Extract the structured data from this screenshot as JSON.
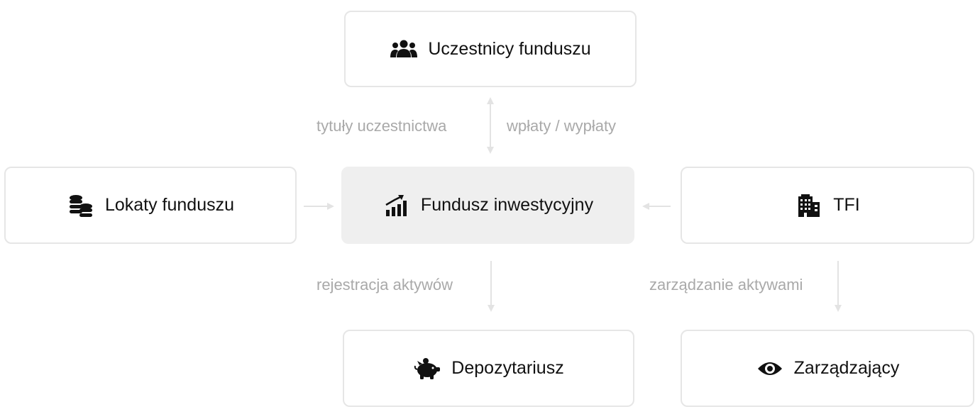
{
  "nodes": {
    "participants": {
      "label": "Uczestnicy funduszu",
      "icon": "users-icon"
    },
    "investments": {
      "label": "Lokaty funduszu",
      "icon": "coins-icon"
    },
    "fund": {
      "label": "Fundusz inwestycyjny",
      "icon": "chart-growth-icon"
    },
    "tfi": {
      "label": "TFI",
      "icon": "building-icon"
    },
    "depositary": {
      "label": "Depozytariusz",
      "icon": "piggy-bank-icon"
    },
    "manager": {
      "label": "Zarządzający",
      "icon": "eye-icon"
    }
  },
  "edges": {
    "participation_units": "tytuły uczestnictwa",
    "payments": "wpłaty / wypłaty",
    "asset_registration": "rejestracja aktywów",
    "asset_management": "zarządzanie aktywami"
  },
  "colors": {
    "node_border": "#e6e6e6",
    "center_fill": "#efefef",
    "edge_text": "#a9a9a9",
    "arrow": "#e3e3e3"
  }
}
